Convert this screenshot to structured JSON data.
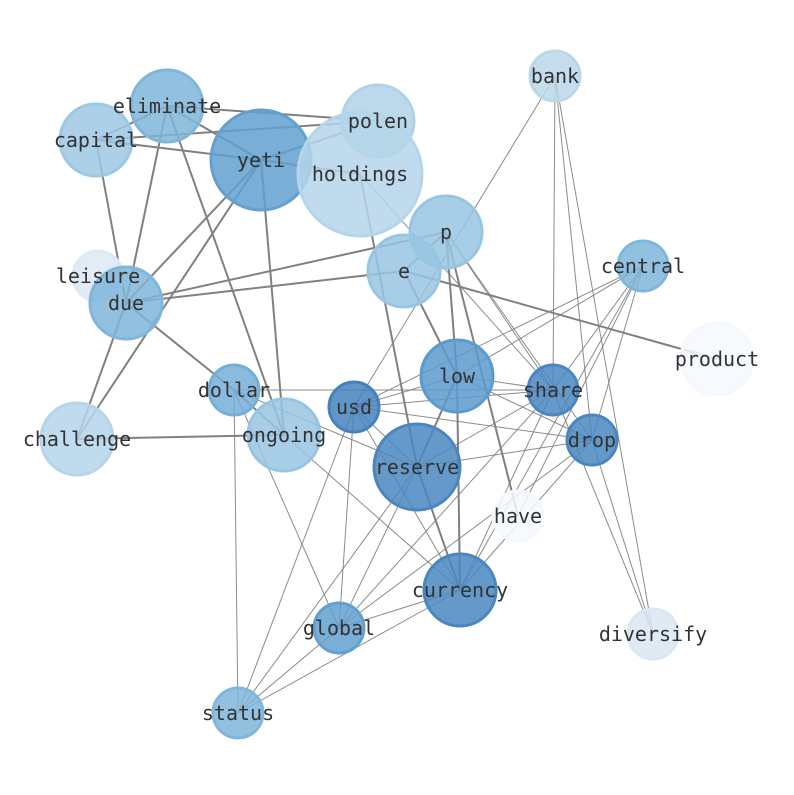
{
  "graph": {
    "type": "network",
    "edge_color": "#808080",
    "nodes": [
      {
        "id": "bank",
        "label": "bank",
        "color": "#bcd7ea"
      },
      {
        "id": "eliminate",
        "label": "eliminate",
        "color": "#7fb6db"
      },
      {
        "id": "capital",
        "label": "capital",
        "color": "#9cc8e3"
      },
      {
        "id": "polen",
        "label": "polen",
        "color": "#b0d2e8"
      },
      {
        "id": "yeti",
        "label": "yeti",
        "color": "#62a0cf"
      },
      {
        "id": "holdings",
        "label": "holdings",
        "color": "#b5d5ea"
      },
      {
        "id": "p",
        "label": "p",
        "color": "#98c5e2"
      },
      {
        "id": "leisure",
        "label": "leisure",
        "color": "#dde9f5"
      },
      {
        "id": "e",
        "label": "e",
        "color": "#98c5e2"
      },
      {
        "id": "due",
        "label": "due",
        "color": "#7fb6db"
      },
      {
        "id": "central",
        "label": "central",
        "color": "#7fb6db"
      },
      {
        "id": "product",
        "label": "product",
        "color": "#f5f9fe"
      },
      {
        "id": "dollar",
        "label": "dollar",
        "color": "#75afd8"
      },
      {
        "id": "low",
        "label": "low",
        "color": "#5a9acc"
      },
      {
        "id": "share",
        "label": "share",
        "color": "#4a87c0"
      },
      {
        "id": "usd",
        "label": "usd",
        "color": "#4582bd"
      },
      {
        "id": "challenge",
        "label": "challenge",
        "color": "#b5d5ea"
      },
      {
        "id": "ongoing",
        "label": "ongoing",
        "color": "#98c5e2"
      },
      {
        "id": "drop",
        "label": "drop",
        "color": "#4a87c0"
      },
      {
        "id": "reserve",
        "label": "reserve",
        "color": "#4a87c0"
      },
      {
        "id": "have",
        "label": "have",
        "color": "#f5f9fe"
      },
      {
        "id": "currency",
        "label": "currency",
        "color": "#4a87c0"
      },
      {
        "id": "diversify",
        "label": "diversify",
        "color": "#dae6f3"
      },
      {
        "id": "global",
        "label": "global",
        "color": "#62a0cf"
      },
      {
        "id": "status",
        "label": "status",
        "color": "#7fb6db"
      }
    ],
    "strong_edges": [
      [
        "eliminate",
        "polen"
      ],
      [
        "eliminate",
        "yeti"
      ],
      [
        "eliminate",
        "due"
      ],
      [
        "eliminate",
        "ongoing"
      ],
      [
        "eliminate",
        "capital"
      ],
      [
        "capital",
        "polen"
      ],
      [
        "capital",
        "yeti"
      ],
      [
        "capital",
        "due"
      ],
      [
        "yeti",
        "holdings"
      ],
      [
        "yeti",
        "polen"
      ],
      [
        "yeti",
        "due"
      ],
      [
        "yeti",
        "challenge"
      ],
      [
        "yeti",
        "ongoing"
      ],
      [
        "holdings",
        "reserve"
      ],
      [
        "due",
        "p"
      ],
      [
        "due",
        "e"
      ],
      [
        "due",
        "challenge"
      ],
      [
        "due",
        "dollar"
      ],
      [
        "dollar",
        "ongoing"
      ],
      [
        "challenge",
        "ongoing"
      ],
      [
        "p",
        "e"
      ],
      [
        "e",
        "product"
      ],
      [
        "e",
        "low"
      ],
      [
        "p",
        "low"
      ],
      [
        "p",
        "have"
      ],
      [
        "low",
        "reserve"
      ],
      [
        "low",
        "currency"
      ],
      [
        "reserve",
        "currency"
      ]
    ],
    "weak_edges": [
      [
        "bank",
        "share"
      ],
      [
        "bank",
        "drop"
      ],
      [
        "bank",
        "usd"
      ],
      [
        "bank",
        "diversify"
      ],
      [
        "holdings",
        "share"
      ],
      [
        "p",
        "share"
      ],
      [
        "p",
        "drop"
      ],
      [
        "central",
        "usd"
      ],
      [
        "central",
        "low"
      ],
      [
        "central",
        "share"
      ],
      [
        "central",
        "have"
      ],
      [
        "central",
        "currency"
      ],
      [
        "central",
        "drop"
      ],
      [
        "drop",
        "diversify"
      ],
      [
        "share",
        "diversify"
      ],
      [
        "low",
        "share"
      ],
      [
        "low",
        "drop"
      ],
      [
        "low",
        "usd"
      ],
      [
        "usd",
        "share"
      ],
      [
        "usd",
        "drop"
      ],
      [
        "usd",
        "reserve"
      ],
      [
        "usd",
        "currency"
      ],
      [
        "usd",
        "global"
      ],
      [
        "usd",
        "status"
      ],
      [
        "dollar",
        "share"
      ],
      [
        "dollar",
        "reserve"
      ],
      [
        "dollar",
        "global"
      ],
      [
        "dollar",
        "status"
      ],
      [
        "ongoing",
        "currency"
      ],
      [
        "reserve",
        "drop"
      ],
      [
        "reserve",
        "share"
      ],
      [
        "reserve",
        "global"
      ],
      [
        "reserve",
        "status"
      ],
      [
        "share",
        "global"
      ],
      [
        "share",
        "currency"
      ],
      [
        "drop",
        "global"
      ],
      [
        "drop",
        "currency"
      ],
      [
        "currency",
        "global"
      ],
      [
        "currency",
        "status"
      ],
      [
        "global",
        "status"
      ]
    ]
  }
}
